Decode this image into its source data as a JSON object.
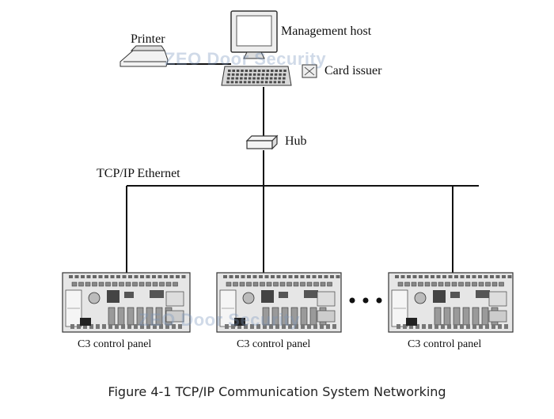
{
  "labels": {
    "printer": "Printer",
    "management_host": "Management host",
    "card_issuer": "Card issuer",
    "hub": "Hub",
    "ethernet": "TCP/IP Ethernet",
    "panel_1": "C3 control panel",
    "panel_2": "C3 control panel",
    "panel_3": "C3 control panel"
  },
  "watermark": "ZEO Door Security",
  "caption": "Figure 4-1 TCP/IP Communication System Networking",
  "colors": {
    "line": "#111111",
    "board": "#e6e6e6",
    "board_dark": "#444444",
    "watermark": "#7896be"
  }
}
